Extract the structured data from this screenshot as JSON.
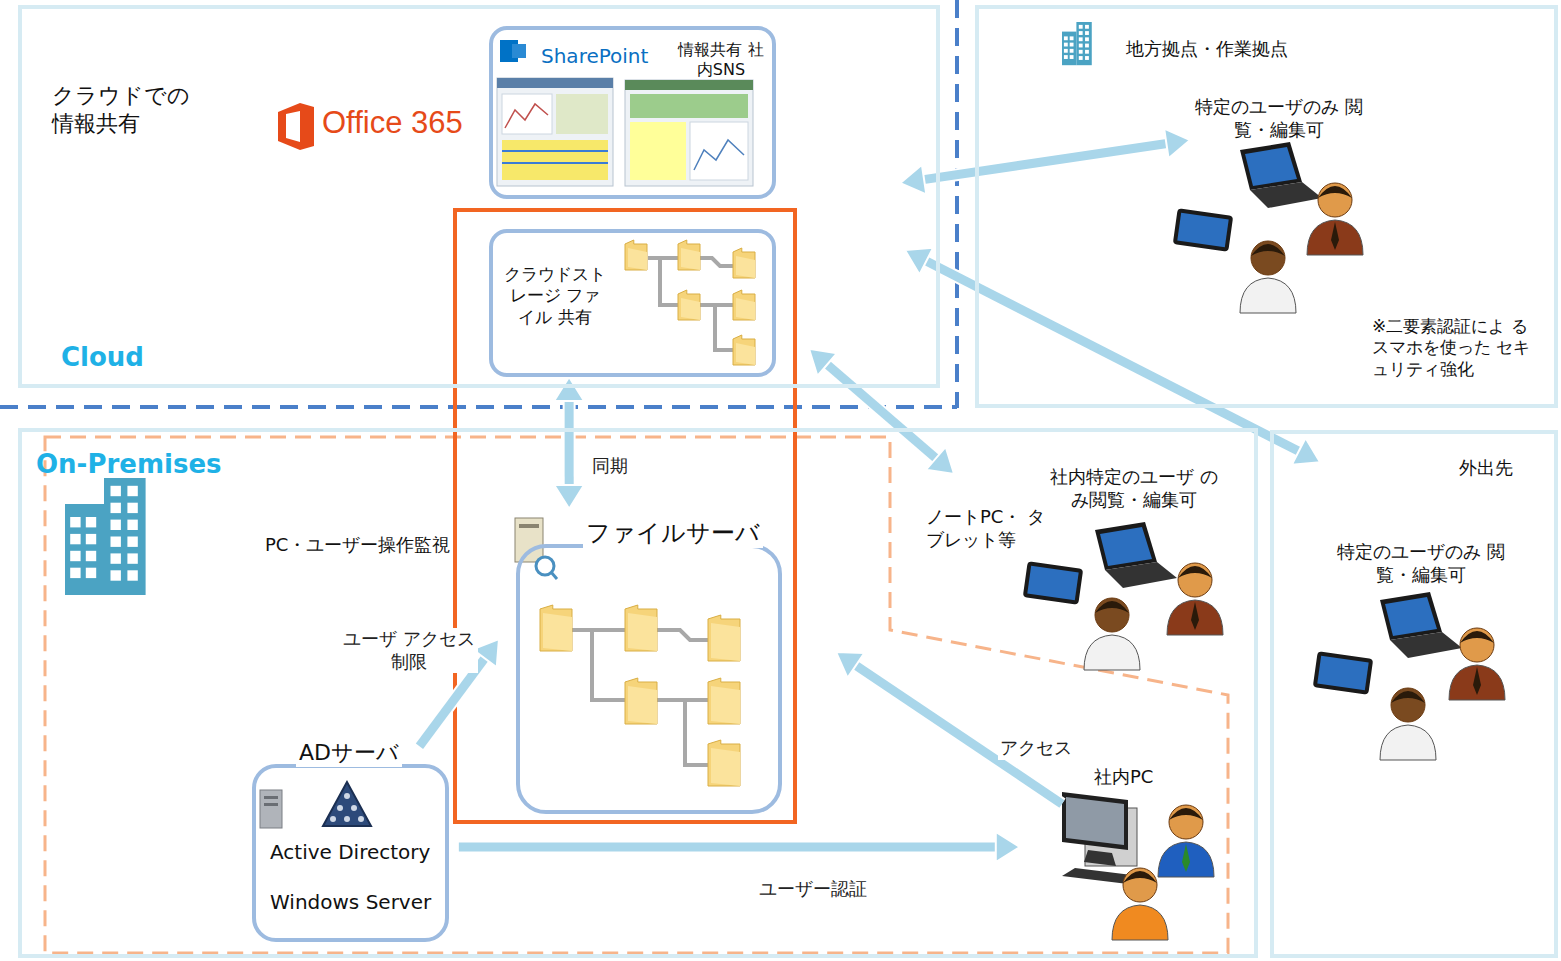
{
  "diagram": {
    "nodes": [
      {
        "text": [
          "クラウドでの 情報共有",
          "Cloud"
        ]
      },
      {
        "text": [
          "SharePoint",
          "情報共有 社内SNS"
        ],
        "in": 0
      },
      {
        "text": [
          "クラウドスト レージ ファイル 共有"
        ],
        "in": 0
      },
      {
        "text": [
          "地方拠点・作業拠点",
          "特定のユーザのみ 閲覧・編集可",
          "※二要素認証によ るスマホを使った セキュリティ強化"
        ]
      },
      {
        "text": [
          "On-Premises"
        ]
      },
      {
        "text": [
          "ファイルサーバ"
        ],
        "in": 4
      },
      {
        "text": [
          "ADサーバ",
          "Active Directory",
          "Windows Server"
        ],
        "in": 4
      },
      {
        "text": [
          "ノートPC・ タブレット等",
          "社内特定のユーザ のみ閲覧・編集可"
        ],
        "in": 4
      },
      {
        "text": [
          "社内PC"
        ],
        "in": 4
      },
      {
        "text": [
          "外出先",
          "特定のユーザのみ 閲覧・編集可"
        ]
      }
    ],
    "edges": [
      {
        "from": 3,
        "to": 0,
        "arrow": "both"
      },
      {
        "from": 9,
        "to": 0,
        "arrow": "both"
      },
      {
        "from": 2,
        "to": 7,
        "arrow": "both"
      },
      {
        "from": 2,
        "to": 5,
        "label": "同期",
        "arrow": "both"
      },
      {
        "from": 6,
        "to": 5,
        "label": "ユーザ アクセス制限",
        "arrow": "to"
      },
      {
        "from": 8,
        "to": 5,
        "label": "アクセス",
        "arrow": "to"
      },
      {
        "from": 6,
        "to": 8,
        "label": "ユーザー認証",
        "arrow": "to"
      }
    ],
    "labels": [
      "Office 365",
      "PC・ユーザー操作監視"
    ]
  }
}
